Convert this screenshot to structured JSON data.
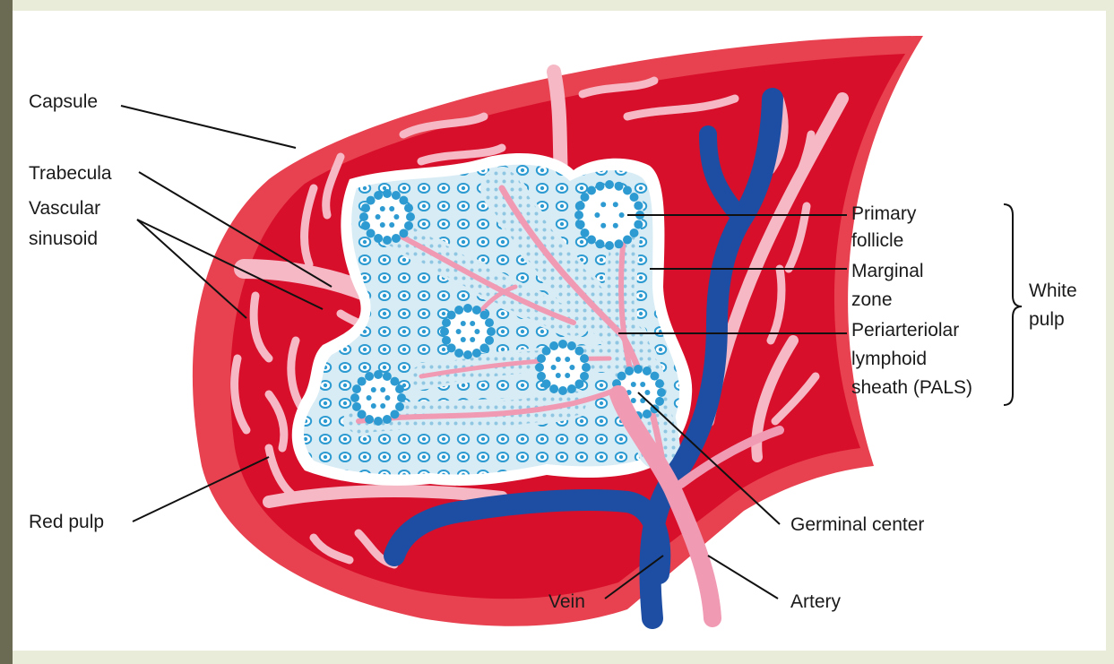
{
  "colors": {
    "slide_background": "#e9ecd9",
    "slide_bar": "#6b6a52",
    "capsule": "#e8414f",
    "red_pulp": "#d80f2a",
    "trabecula": "#f5b8c4",
    "white_pulp": "#d8ecf5",
    "lymphocyte": "#2d9bd1",
    "vein": "#1d4ea3",
    "artery": "#f19ab4"
  },
  "labels": {
    "capsule": "Capsule",
    "trabecula": "Trabecula",
    "vascular_sinusoid_line1": "Vascular",
    "vascular_sinusoid_line2": "sinusoid",
    "red_pulp": "Red pulp",
    "primary_follicle_line1": "Primary",
    "primary_follicle_line2": "follicle",
    "marginal_zone_line1": "Marginal",
    "marginal_zone_line2": "zone",
    "pals_line1": "Periarteriolar",
    "pals_line2": "lymphoid",
    "pals_line3": "sheath (PALS)",
    "white_pulp_line1": "White",
    "white_pulp_line2": "pulp",
    "germinal_center": "Germinal center",
    "vein": "Vein",
    "artery": "Artery"
  }
}
